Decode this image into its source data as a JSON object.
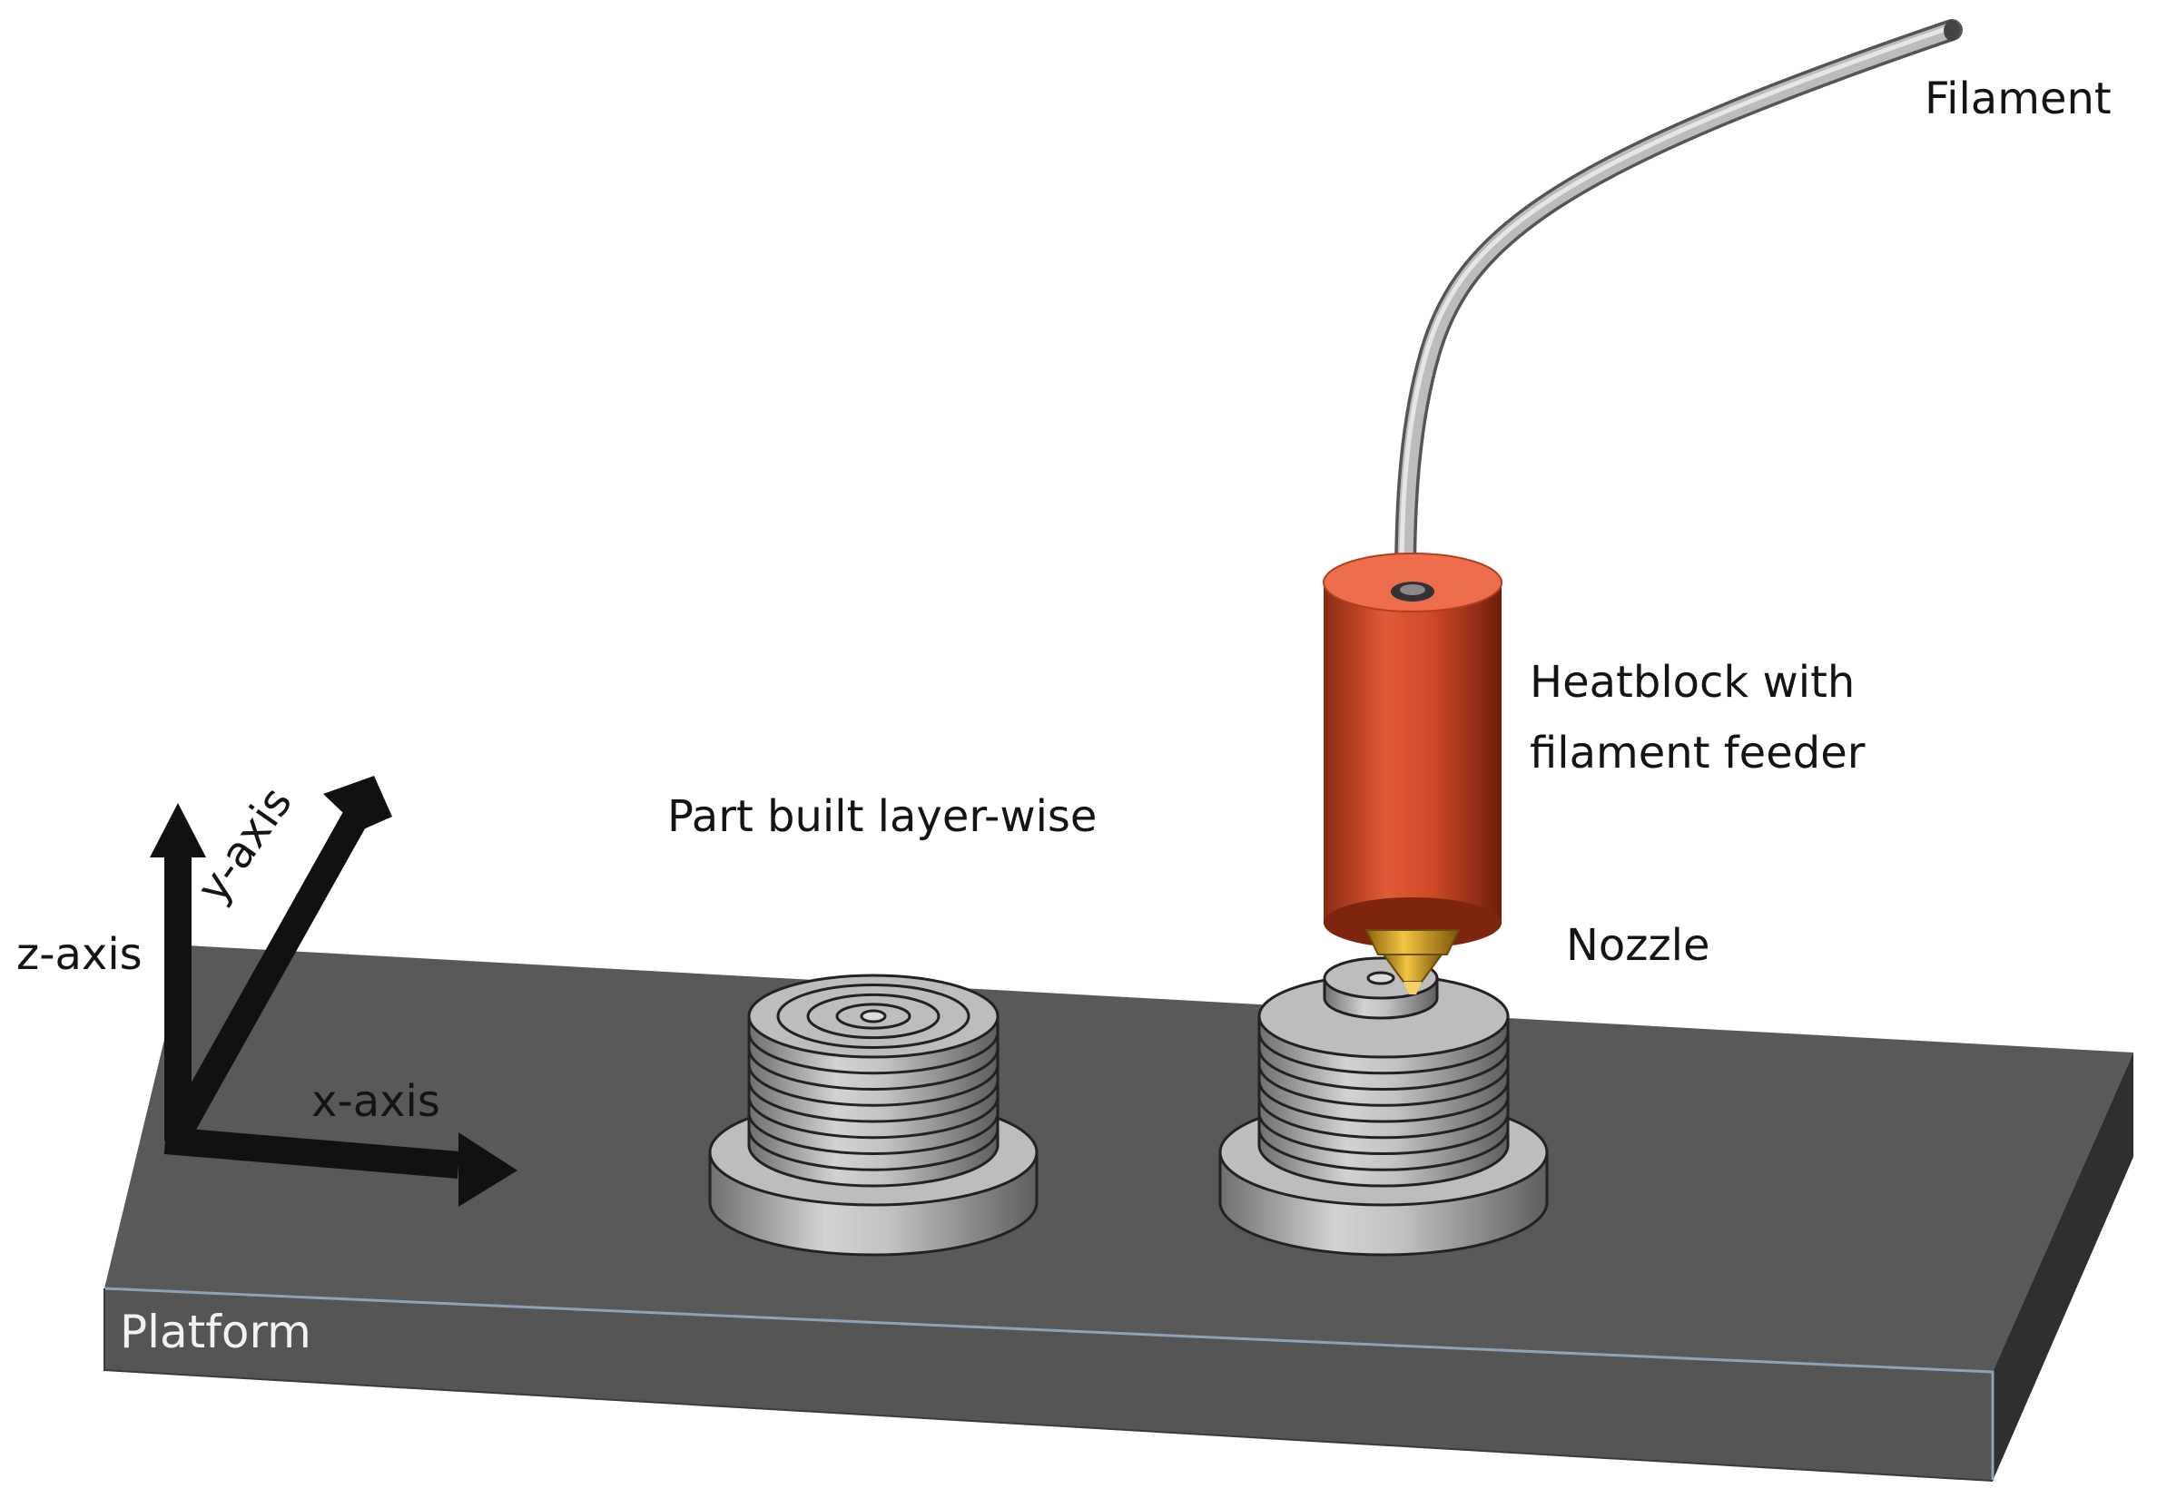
{
  "labels": {
    "filament": "Filament",
    "heatblock_line1": "Heatblock with",
    "heatblock_line2": "filament feeder",
    "part": "Part built layer-wise",
    "nozzle": "Nozzle",
    "platform": "Platform",
    "z_axis": "z-axis",
    "y_axis": "y-axis",
    "x_axis": "x-axis"
  },
  "parts": {
    "left_stack_layers": 8,
    "right_stack_layers": 8
  },
  "colors": {
    "platform_top": "#595959",
    "platform_edge": "#4a4a4a",
    "platform_side": "#2e2e2e",
    "platform_outline": "#8fa3b8",
    "heatblock": "#d9502e",
    "heatblock_top": "#ef6a4a",
    "nozzle": "#d9a520",
    "filament": "#b4b4b4",
    "part_gray": "#b8b8b8",
    "axis": "#111111"
  }
}
